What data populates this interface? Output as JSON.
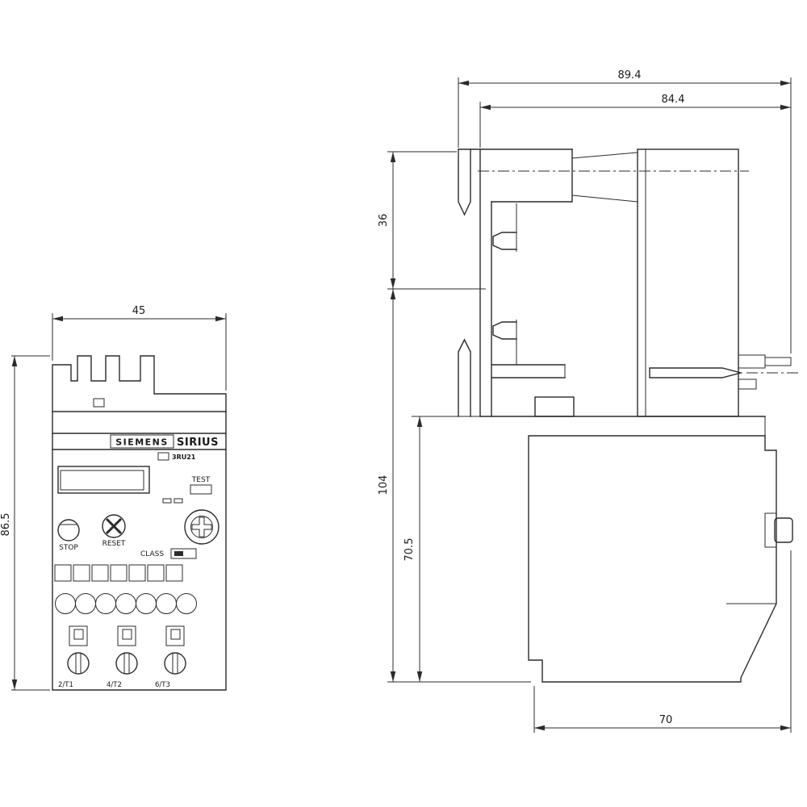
{
  "front_view": {
    "dims": {
      "width": "45",
      "height": "86.5"
    },
    "labels": {
      "brand": "SIEMENS",
      "series": "SIRIUS",
      "model": "3RU21",
      "test": "TEST",
      "stop": "STOP",
      "reset": "RESET",
      "class": "CLASS"
    },
    "terminals": [
      "2/T1",
      "4/T2",
      "6/T3"
    ]
  },
  "side_view": {
    "dims": {
      "overall_depth": "89.4",
      "mounting_depth": "84.4",
      "top_section_height": "36",
      "overall_height": "104",
      "body_height": "70.5",
      "body_depth": "70"
    }
  },
  "colors": {
    "line": "#2b2b2b",
    "background": "#ffffff"
  }
}
